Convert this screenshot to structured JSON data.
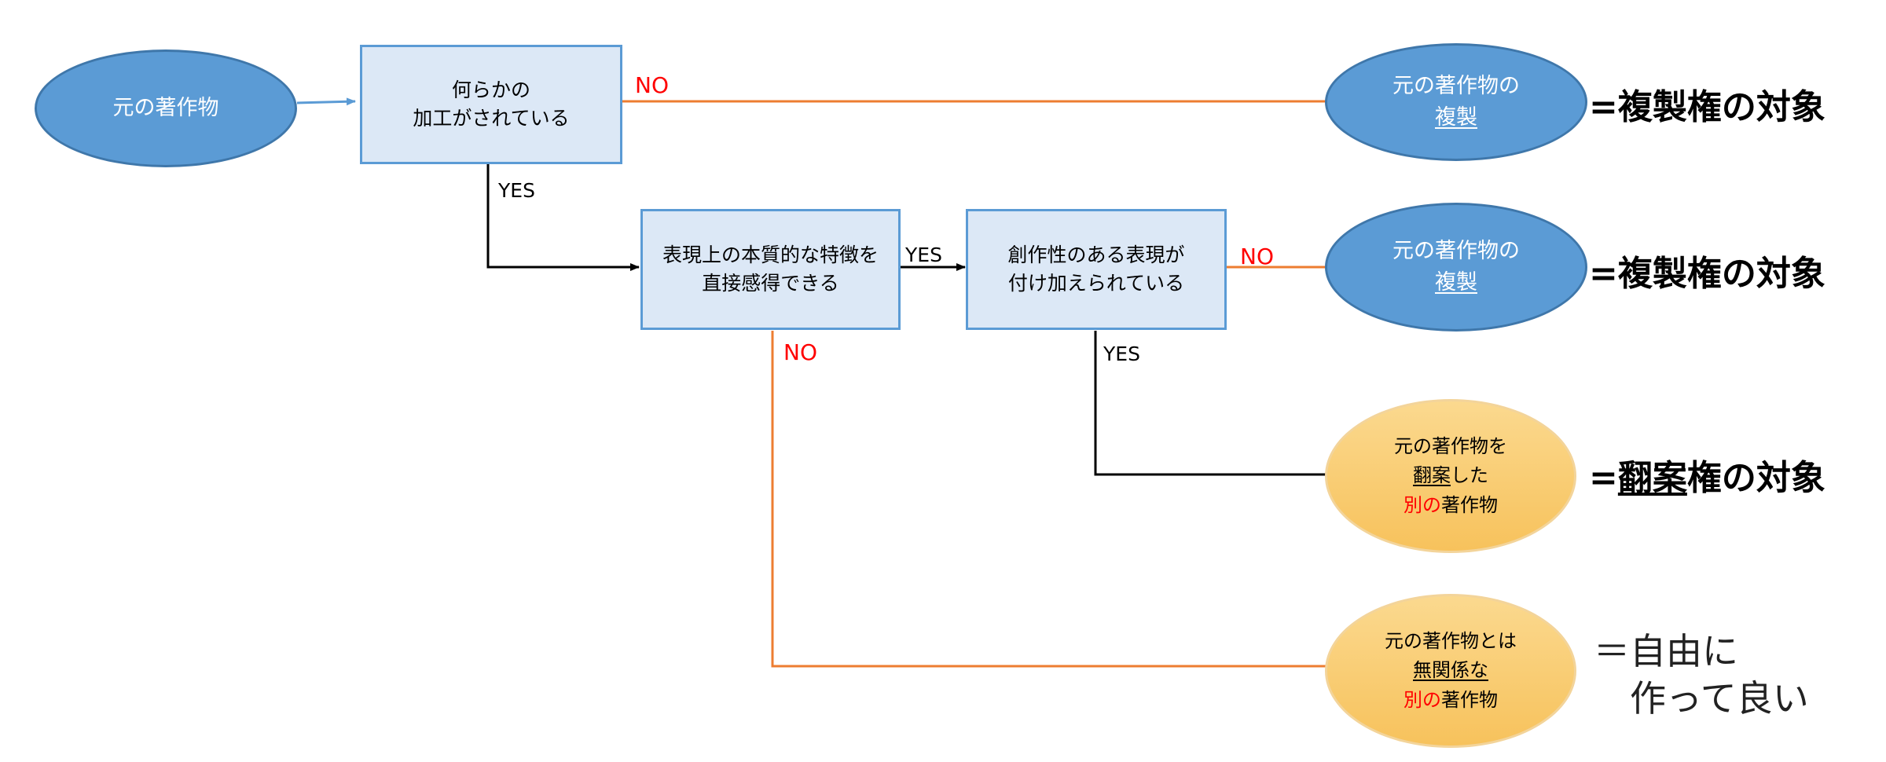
{
  "colors": {
    "box_fill": "#dce8f6",
    "box_border": "#5b9bd5",
    "blue_node": "#5b9bd5",
    "gold_node": "#f7c25c",
    "arrow_orange": "#ed7d31",
    "arrow_black": "#000000",
    "arrow_blue": "#5b9bd5",
    "no_label": "#ff0000"
  },
  "start": {
    "label": "元の著作物"
  },
  "q1": {
    "line1": "何らかの",
    "line2": "加工がされている"
  },
  "q2": {
    "line1": "表現上の本質的な特徴を",
    "line2": "直接感得できる"
  },
  "q3": {
    "line1": "創作性のある表現が",
    "line2": "付け加えられている"
  },
  "labels": {
    "no1": "NO",
    "yes1": "YES",
    "yes2": "YES",
    "no2": "NO",
    "no3": "NO",
    "yes3": "YES"
  },
  "out1": {
    "line1": "元の著作物の",
    "line2": "複製"
  },
  "out2": {
    "line1": "元の著作物の",
    "line2": "複製"
  },
  "out3": {
    "line1": "元の著作物を",
    "line2_u": "翻案",
    "line2_rest": "した",
    "line3_red": "別の",
    "line3_rest": "著作物"
  },
  "out4": {
    "line1": "元の著作物とは",
    "line2_u": "無関係な",
    "line3_red": "別の",
    "line3_rest": "著作物"
  },
  "results": {
    "r1": "=複製権の対象",
    "r2": "=複製権の対象",
    "r3_prefix": "=",
    "r3_u": "翻案",
    "r3_rest": "権の対象",
    "r4_line1": "＝自由に",
    "r4_line2": "作って良い"
  }
}
